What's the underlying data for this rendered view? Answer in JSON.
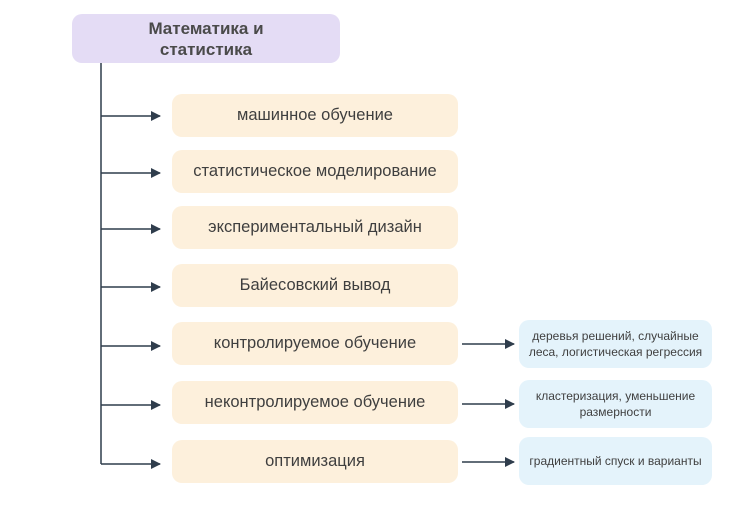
{
  "root": {
    "label": "Математика и\nстатистика"
  },
  "branches": [
    {
      "label": "машинное обучение"
    },
    {
      "label": "статистическое моделирование"
    },
    {
      "label": "экспериментальный дизайн"
    },
    {
      "label": "Байесовский вывод"
    },
    {
      "label": "контролируемое обучение",
      "detail": "деревья решений, случайные леса, логистическая регрессия"
    },
    {
      "label": "неконтролируемое обучение",
      "detail": "кластеризация, уменьшение размерности"
    },
    {
      "label": "оптимизация",
      "detail": "градиентный спуск и варианты"
    }
  ],
  "colors": {
    "root_fill": "#e4dcf5",
    "branch_fill": "#fdf0dc",
    "leaf_fill": "#e4f3fb",
    "connector": "#2f3d4c"
  }
}
